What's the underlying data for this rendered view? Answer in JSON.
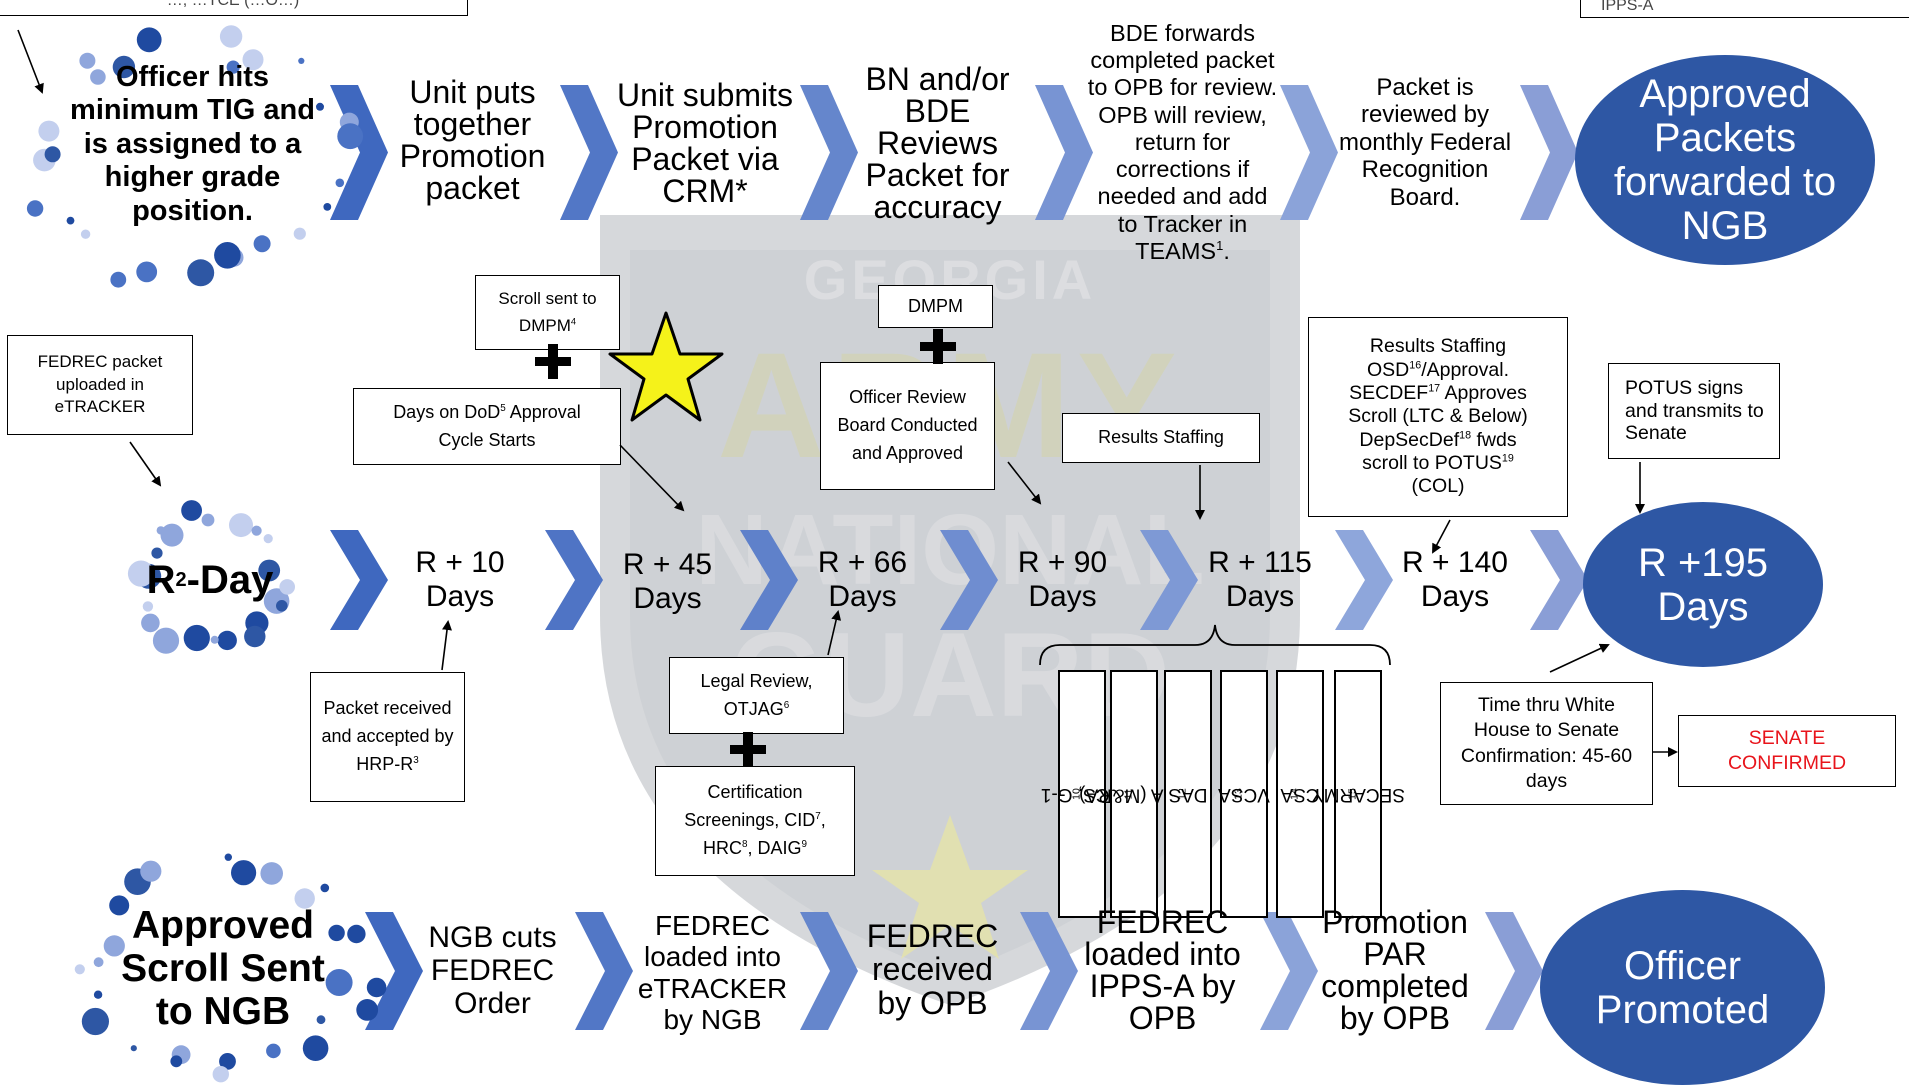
{
  "colors": {
    "ellipse": "#2e57a4",
    "chevron_dark": "#3f68bf",
    "chevron_light": "#98acdc",
    "senate": "#e8141b",
    "star": "#f5f21a",
    "watermark": "#9aa0a8"
  },
  "watermark": {
    "line1": "GEORGIA",
    "line2": "ARMY",
    "line3": "NATIONAL",
    "line4": "GUARD"
  },
  "top_fragments": {
    "left": "…, …TCE (…O…)",
    "right": "IPPS-A"
  },
  "row1": {
    "start": "Officer hits minimum TIG and is assigned to a higher grade position.",
    "step1": "Unit puts together Promotion packet",
    "step2": "Unit submits Promotion Packet via CRM*",
    "step3": "BN and/or BDE Reviews Packet for accuracy",
    "step4_main": "BDE forwards completed packet to OPB for review. OPB will review, return for corrections if needed and add to Tracker in TEAMS",
    "step4_sup": "1",
    "step4_end": ".",
    "step5": "Packet is reviewed by monthly Federal Recognition Board.",
    "end": "Approved Packets forwarded to NGB"
  },
  "row2": {
    "start_r": "R",
    "start_sup": "2",
    "start_rest": "-Day",
    "m1_a": "R + 10",
    "m1_b": "Days",
    "m2_a": "R + 45",
    "m2_b": "Days",
    "m3_a": "R + 66",
    "m3_b": "Days",
    "m4_a": "R + 90",
    "m4_b": "Days",
    "m5_a": "R + 115",
    "m5_b": "Days",
    "m6_a": "R + 140",
    "m6_b": "Days",
    "end_a": "R +195",
    "end_b": "Days"
  },
  "notes": {
    "fedrec": "FEDREC packet uploaded in eTRACKER",
    "scroll_a": "Scroll sent to DMPM",
    "scroll_sup": "4",
    "dod_a": "Days on DoD",
    "dod_sup": "5",
    "dod_b": " Approval Cycle Starts",
    "dmpm": "DMPM",
    "board": "Officer Review Board Conducted and Approved",
    "results_staffing": "Results Staffing",
    "rs_l1": "Results Staffing",
    "rs_l2a": "OSD",
    "rs_l2s": "16",
    "rs_l2b": "/Approval.",
    "rs_l3a": "SECDEF",
    "rs_l3s": "17",
    "rs_l3b": " Approves",
    "rs_l4": "Scroll (LTC & Below)",
    "rs_l5a": "DepSecDef",
    "rs_l5s": "18",
    "rs_l5b": " fwds",
    "rs_l6a": "scroll to POTUS",
    "rs_l6s": "19",
    "rs_l7": "(COL)",
    "potus": "POTUS signs and transmits to Senate",
    "packet_a": "Packet received and accepted by HRP-R",
    "packet_sup": "3",
    "legal_a": "Legal Review, OTJAG",
    "legal_sup": "6",
    "cert_a": "Certification Screenings, CID",
    "cert_s1": "7",
    "cert_b": ", HRC",
    "cert_s2": "8",
    "cert_c": ", DAIG",
    "cert_s3": "9",
    "time": "Time thru White House to Senate Confirmation: 45-60 days",
    "senate": "SENATE CONFIRMED"
  },
  "officials": [
    {
      "label": "DCS, G-1",
      "sup": "10"
    },
    {
      "label": "ASA (M&RA)",
      "sup": "11"
    },
    {
      "label": "DAS",
      "sup": "12"
    },
    {
      "label": "VCSA",
      "sup": "13"
    },
    {
      "label": "CSA",
      "sup": "14"
    },
    {
      "label": "SECARMY",
      "sup": "15"
    }
  ],
  "row3": {
    "start": "Approved Scroll Sent to NGB",
    "step1": "NGB cuts FEDREC Order",
    "step2": "FEDREC loaded into eTRACKER by NGB",
    "step3": "FEDREC received by OPB",
    "step4": "FEDREC loaded into IPPS-A by OPB",
    "step5": "Promotion PAR completed by OPB",
    "end": "Officer Promoted"
  }
}
